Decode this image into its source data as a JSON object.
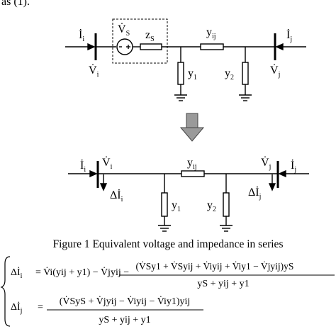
{
  "top_fragment": "as (1).",
  "diagram_top": {
    "Ii": "İ",
    "Ii_sub": "i",
    "Vi": "V̇",
    "Vi_sub": "i",
    "Vs": "V̇",
    "Vs_sub": "S",
    "zs": "z",
    "zs_sub": "S",
    "yij": "y",
    "yij_sub": "ij",
    "y1": "y",
    "y1_sub": "1",
    "y2": "y",
    "y2_sub": "2",
    "Ij": "İ",
    "Ij_sub": "j",
    "Vj": "V̇",
    "Vj_sub": "j"
  },
  "diagram_bottom": {
    "Ii": "İ",
    "Ii_sub": "i",
    "Vi": "V̇",
    "Vi_sub": "i",
    "dIi": "Δİ",
    "dIi_sub": "i",
    "yij": "y",
    "yij_sub": "ij",
    "y1": "y",
    "y1_sub": "1",
    "y2": "y",
    "y2_sub": "2",
    "Vj": "V̇",
    "Vj_sub": "j",
    "Ij": "İ",
    "Ij_sub": "j",
    "dIj": "Δİ",
    "dIj_sub": "j"
  },
  "caption": "Figure 1 Equivalent voltage and impedance in series",
  "equations": {
    "eq1_lhs": "ΔİI",
    "eq1_lhs_d": "Δİ",
    "eq1_lhs_sub": "i",
    "eq1_mid": "= V̇i(yij + y1) − V̇jyij −",
    "eq1_num": "(V̇Sy1 + V̇Syij + V̇iyij + V̇iy1 − V̇jyij)yS",
    "eq1_den": "yS + yij + y1",
    "eq2_lhs_d": "Δİ",
    "eq2_lhs_sub": "j",
    "eq2_eq": "=",
    "eq2_num": "(V̇SyS + V̇jyij − V̇iyij − V̇iy1)yij",
    "eq2_den": "yS + yij + y1"
  }
}
